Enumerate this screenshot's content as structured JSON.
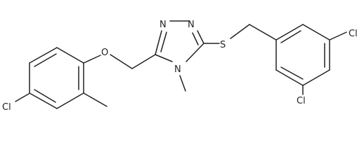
{
  "structure": {
    "atoms": {
      "cl_left": "Cl",
      "o_ether": "O",
      "n_top_left": "N",
      "n_top_right": "N",
      "n_methyl": "N",
      "s_thio": "S",
      "cl_para": "Cl",
      "cl_meta": "Cl"
    },
    "colors": {
      "bond": "#222222",
      "background": "#ffffff"
    }
  }
}
